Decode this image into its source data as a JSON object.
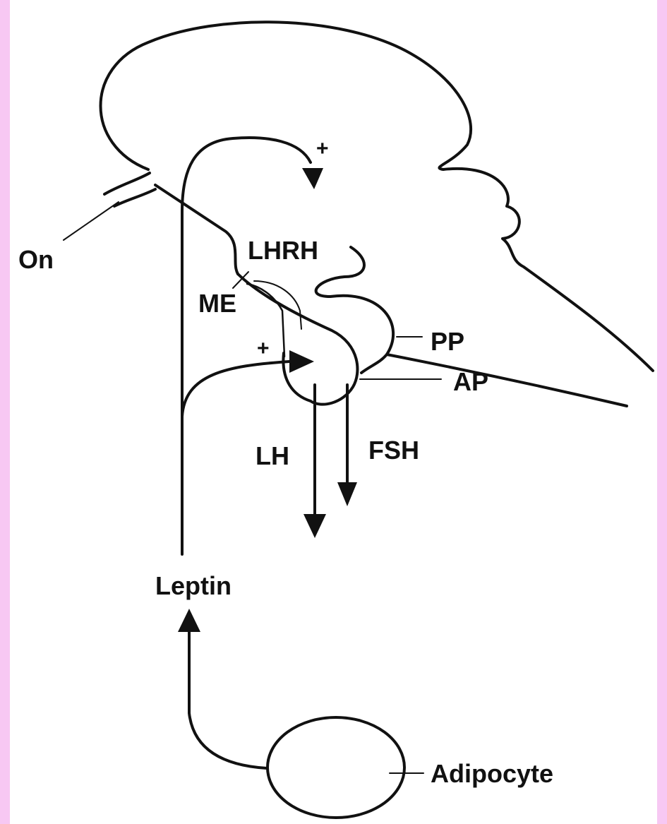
{
  "colors": {
    "frame": "#f7c8f3",
    "panel": "#ffffff",
    "ink": "#111111"
  },
  "labels": {
    "on": "On",
    "lhrh": "LHRH",
    "me": "ME",
    "pp": "PP",
    "ap": "AP",
    "lh": "LH",
    "fsh": "FSH",
    "leptin": "Leptin",
    "adipocyte": "Adipocyte",
    "plus_top": "+",
    "plus_mid": "+"
  }
}
